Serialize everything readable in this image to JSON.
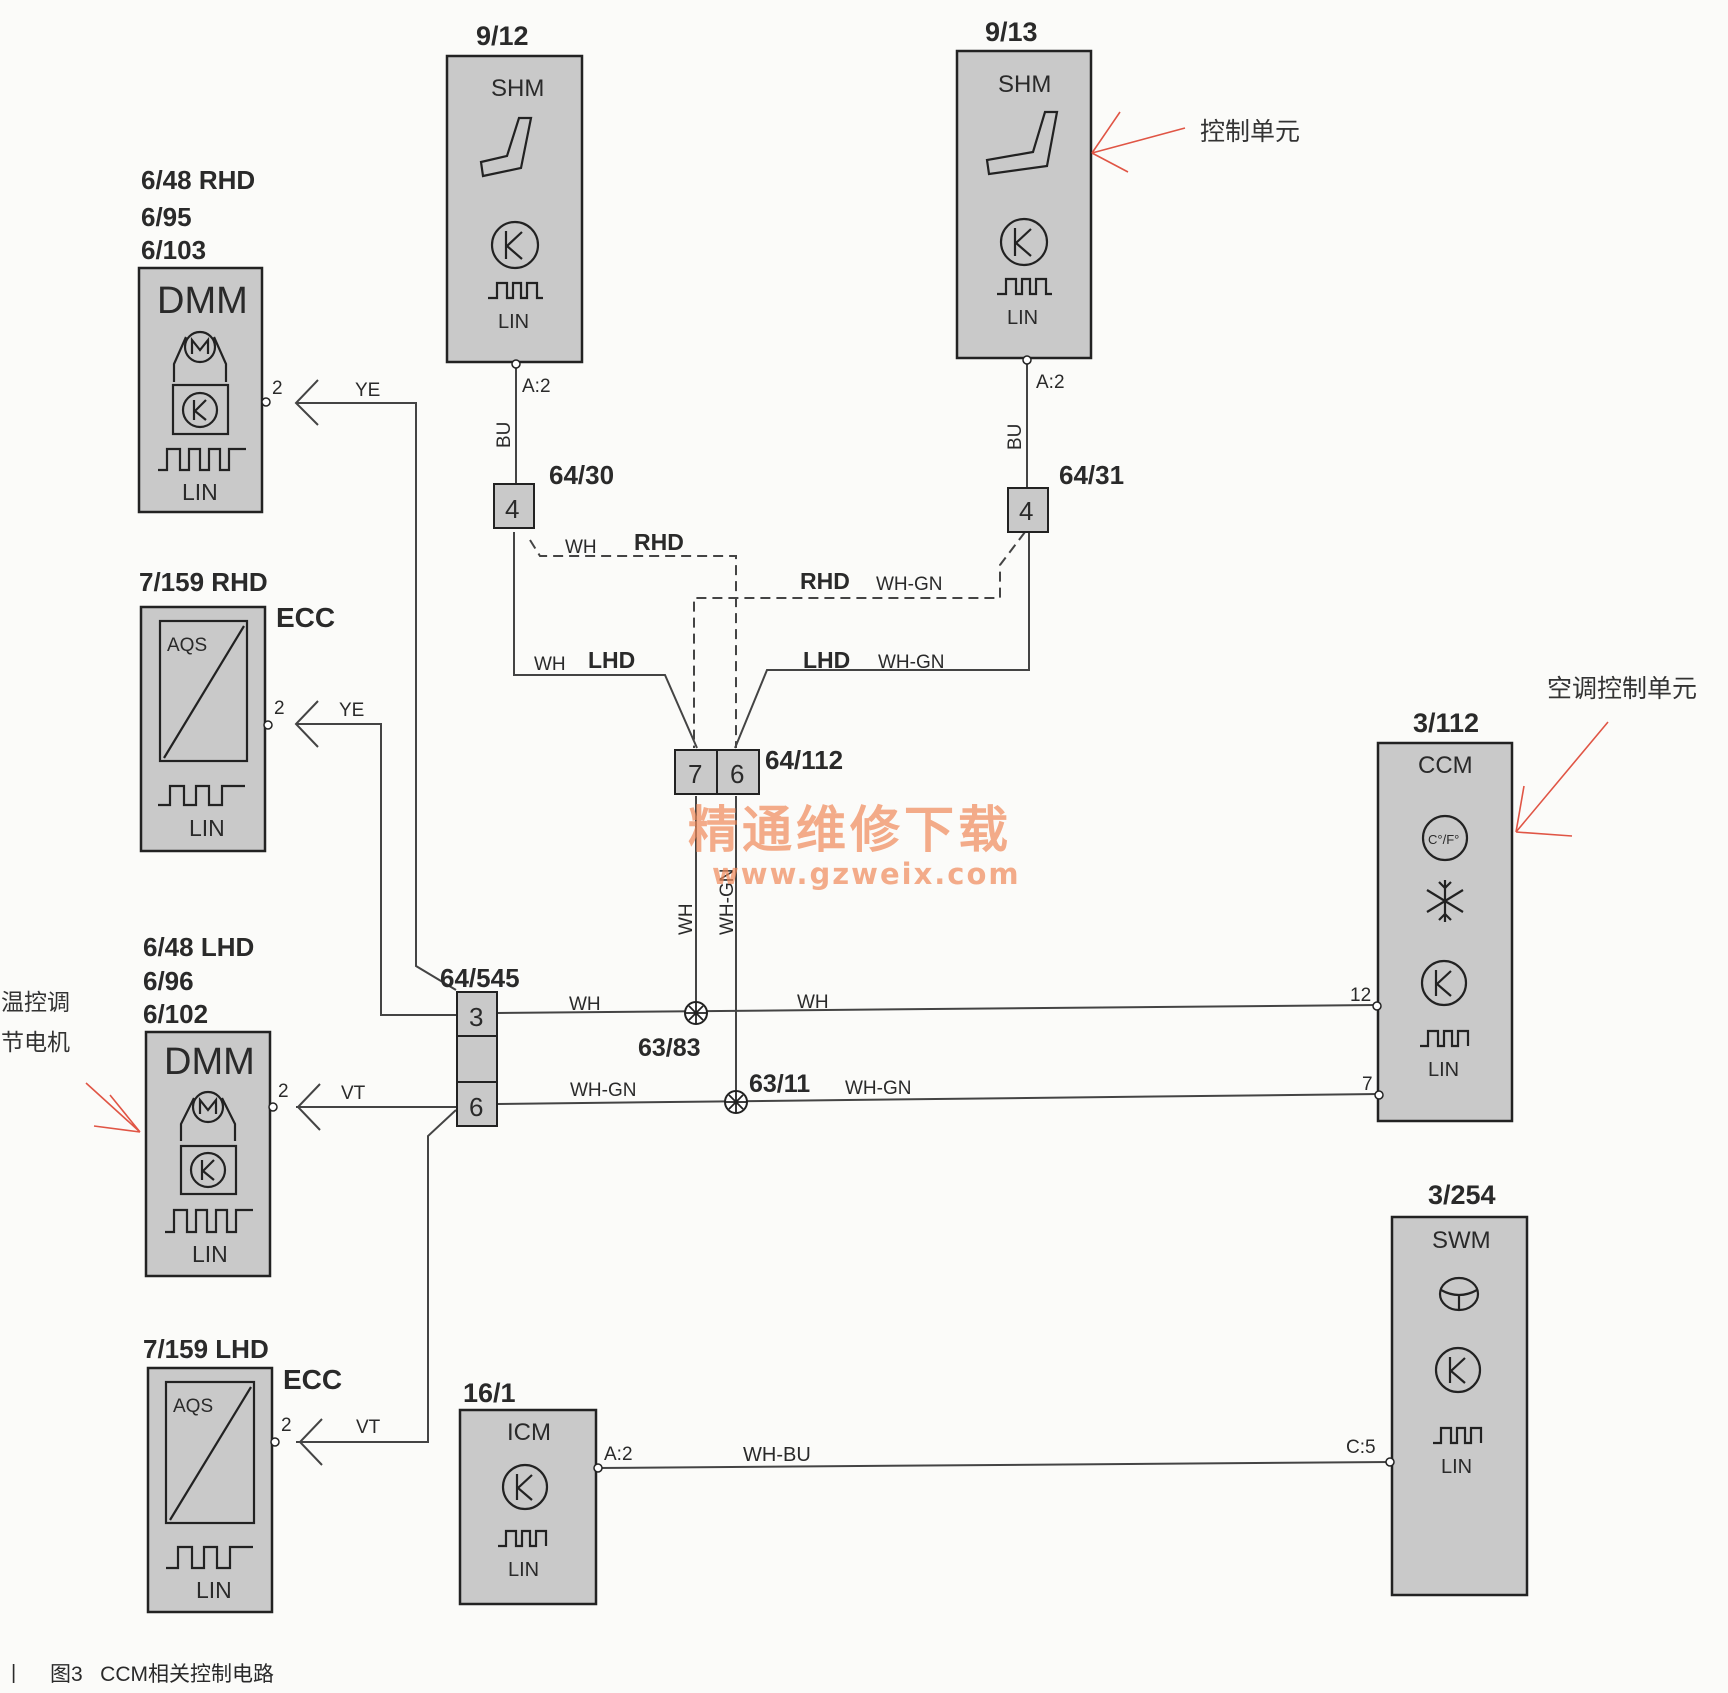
{
  "modules": {
    "shm_left": {
      "code": "9/12",
      "name": "SHM",
      "pin": "A:2",
      "bus": "LIN"
    },
    "shm_right": {
      "code": "9/13",
      "name": "SHM",
      "pin": "A:2",
      "bus": "LIN"
    },
    "dmm_rhd": {
      "codes": [
        "6/48 RHD",
        "6/95",
        "6/103"
      ],
      "name": "DMM",
      "pin": "2",
      "bus": "LIN"
    },
    "ecc_rhd": {
      "code": "7/159 RHD",
      "name": "ECC",
      "sensor": "AQS",
      "pin": "2",
      "bus": "LIN"
    },
    "dmm_lhd": {
      "codes": [
        "6/48 LHD",
        "6/96",
        "6/102"
      ],
      "name": "DMM",
      "pin": "2",
      "bus": "LIN"
    },
    "ecc_lhd": {
      "code": "7/159 LHD",
      "name": "ECC",
      "sensor": "AQS",
      "pin": "2",
      "bus": "LIN"
    },
    "ccm": {
      "code": "3/112",
      "name": "CCM",
      "symbol": "C°/F°",
      "pin_wh": "12",
      "pin_whgn": "7",
      "bus": "LIN"
    },
    "swm": {
      "code": "3/254",
      "name": "SWM",
      "pin": "C:5",
      "bus": "LIN"
    },
    "icm": {
      "code": "16/1",
      "name": "ICM",
      "pin": "A:2",
      "bus": "LIN"
    }
  },
  "connectors": {
    "c64_30": {
      "code": "64/30",
      "pin": "4"
    },
    "c64_31": {
      "code": "64/31",
      "pin": "4"
    },
    "c64_112": {
      "code": "64/112",
      "pin_a": "7",
      "pin_b": "6"
    },
    "c64_545": {
      "code": "64/545",
      "pin_a": "3",
      "pin_b": "6"
    }
  },
  "splices": {
    "s63_83": "63/83",
    "s63_11": "63/11"
  },
  "wires": {
    "bu": "BU",
    "wh": "WH",
    "whgn": "WH-GN",
    "whbu": "WH-BU",
    "ye": "YE",
    "vt": "VT",
    "rhd": "RHD",
    "lhd": "LHD"
  },
  "annotations": {
    "control_unit": "控制单元",
    "ac_control_unit": "空调控制单元",
    "temp_motor_line1": "温控调",
    "temp_motor_line2": "节电机"
  },
  "watermark": {
    "cn": "精通维修下载",
    "url": "www.gzweix.com"
  },
  "caption": {
    "marker": "|",
    "text": "图3   CCM相关控制电路"
  },
  "colors": {
    "box_fill": "#c9c9c9",
    "wire": "#444444",
    "annotation_red": "#e05545",
    "watermark": "#f08a5a"
  }
}
